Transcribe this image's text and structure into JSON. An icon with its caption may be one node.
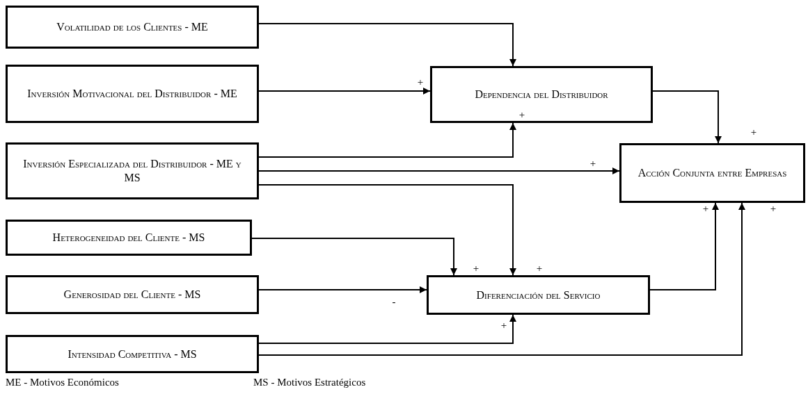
{
  "diagram": {
    "nodes": [
      {
        "text": [
          "Volatilidad de los Clientes - ME"
        ]
      },
      {
        "text": [
          "Inversión Motivacional del Distribuidor - ME"
        ]
      },
      {
        "text": [
          "Inversión Especializada del Distribuidor - ME y MS"
        ]
      },
      {
        "text": [
          "Heterogeneidad del Cliente - MS"
        ]
      },
      {
        "text": [
          "Generosidad del Cliente - MS"
        ]
      },
      {
        "text": [
          "Intensidad Competitiva - MS"
        ]
      },
      {
        "text": [
          "Dependencia del Distribuidor"
        ]
      },
      {
        "text": [
          "Acción Conjunta entre Empresas"
        ]
      },
      {
        "text": [
          "Diferenciación del Servicio"
        ]
      }
    ],
    "edges": [
      {
        "from": 0,
        "to": 6,
        "arrow": "to"
      },
      {
        "from": 1,
        "to": 6,
        "arrow": "to",
        "label": "+"
      },
      {
        "from": 2,
        "to": 6,
        "arrow": "to",
        "label": "+"
      },
      {
        "from": 2,
        "to": 7,
        "arrow": "to",
        "label": "+"
      },
      {
        "from": 2,
        "to": 8,
        "arrow": "to",
        "label": "+"
      },
      {
        "from": 3,
        "to": 8,
        "arrow": "to",
        "label": "+"
      },
      {
        "from": 4,
        "to": 8,
        "arrow": "to",
        "label": "-"
      },
      {
        "from": 5,
        "to": 8,
        "arrow": "to",
        "label": "+"
      },
      {
        "from": 5,
        "to": 7,
        "arrow": "to",
        "label": "+"
      },
      {
        "from": 6,
        "to": 7,
        "arrow": "to",
        "label": "+"
      },
      {
        "from": 8,
        "to": 7,
        "arrow": "to",
        "label": "+"
      }
    ],
    "labels": [
      "ME - Motivos Económicos",
      "MS - Motivos Estratégicos"
    ]
  }
}
